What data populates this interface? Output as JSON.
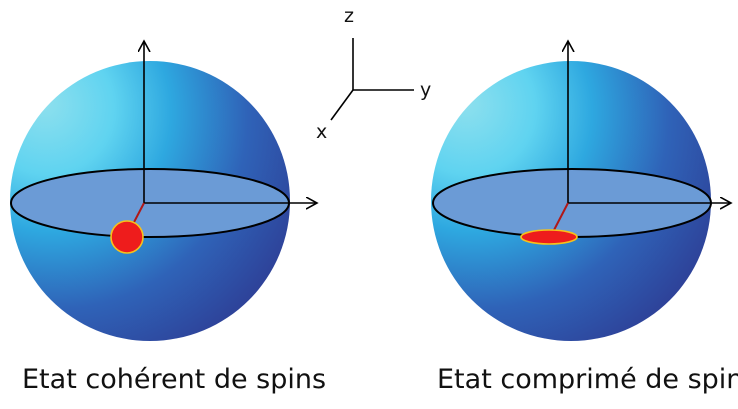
{
  "axes_legend": {
    "z": "z",
    "y": "y",
    "x": "x"
  },
  "spheres": [
    {
      "caption": "Etat cohérent de spins",
      "spot_shape": "circle"
    },
    {
      "caption": "Etat comprimé de spins",
      "spot_shape": "flattened ellipse"
    }
  ],
  "colors": {
    "sphere_light": "#5fd3f0",
    "sphere_mid": "#2ea8e0",
    "sphere_dark": "#2e3f96",
    "equator_fill": "#6b9bd6",
    "spot_fill": "#ee1c1c",
    "spot_outline": "#f6c21a",
    "spin_vector": "#b01818",
    "axis_line": "#000000"
  }
}
